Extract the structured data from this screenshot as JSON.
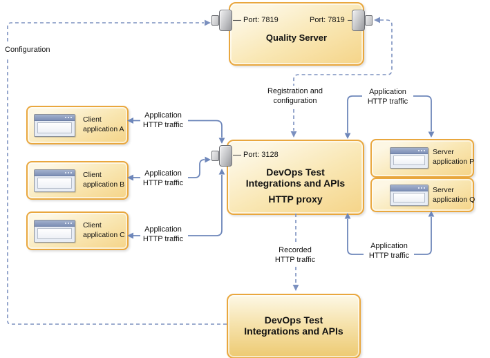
{
  "nodes": {
    "quality_server": {
      "title": "Quality Server",
      "left_port": "Port: 7819",
      "right_port": "Port: 7819"
    },
    "http_proxy": {
      "port": "Port: 3128",
      "name_line1": "DevOps Test",
      "name_line2": "Integrations and APIs",
      "role": "HTTP proxy"
    },
    "client_a": {
      "line1": "Client",
      "line2": "application A"
    },
    "client_b": {
      "line1": "Client",
      "line2": "application B"
    },
    "client_c": {
      "line1": "Client",
      "line2": "application C"
    },
    "server_p": {
      "line1": "Server",
      "line2": "application P"
    },
    "server_q": {
      "line1": "Server",
      "line2": "application Q"
    },
    "devops_test": {
      "name_line1": "DevOps Test",
      "name_line2": "Integrations and APIs"
    }
  },
  "edge_labels": {
    "configuration": "Configuration",
    "registration": {
      "line1": "Registration and",
      "line2": "configuration"
    },
    "application_http": {
      "line1": "Application",
      "line2": "HTTP traffic"
    },
    "recorded_http": {
      "line1": "Recorded",
      "line2": "HTTP traffic"
    }
  },
  "colors": {
    "node_border": "#e9a73e",
    "node_fill_top": "#fdf7e4",
    "node_fill_bottom": "#f5d488",
    "solid_arrow": "#6d86ba",
    "dashed_arrow": "#7b90bf",
    "port_fill": "#97989c",
    "icon_titlebar": "#7e90b5"
  }
}
